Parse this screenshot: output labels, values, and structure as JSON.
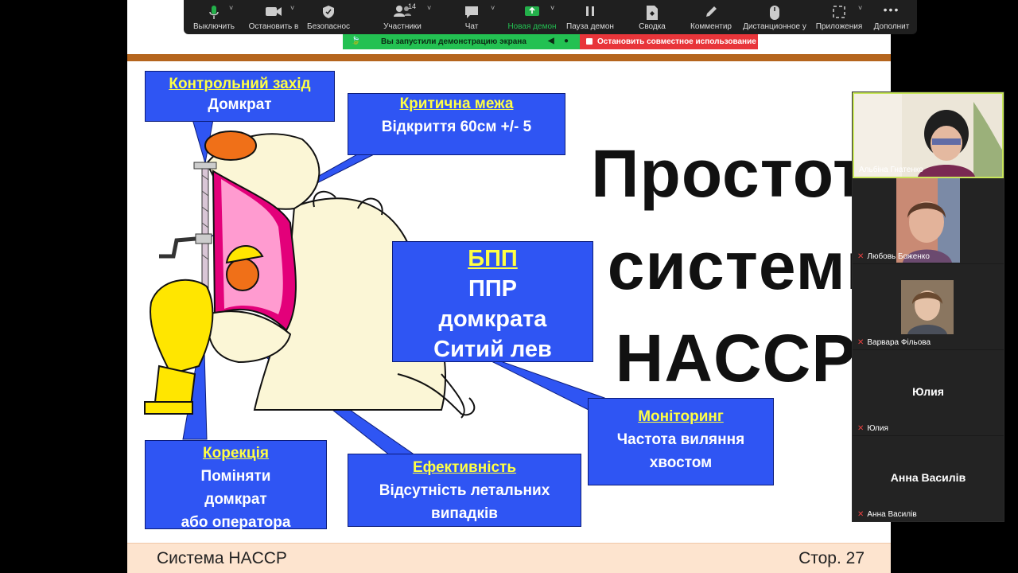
{
  "toolbar": {
    "items": [
      {
        "label": "Выключить"
      },
      {
        "label": "Остановить в"
      },
      {
        "label": "Безопаснос"
      },
      {
        "label": "Участники",
        "count": "14"
      },
      {
        "label": "Чат"
      },
      {
        "label": "Новая демон"
      },
      {
        "label": "Пауза демон"
      },
      {
        "label": "Сводка"
      },
      {
        "label": "Комментир"
      },
      {
        "label": "Дистанционное у"
      },
      {
        "label": "Приложения"
      },
      {
        "label": "Дополнит"
      }
    ]
  },
  "share_banner": {
    "status_text": "Вы запустили демонстрацию экрана",
    "stop_label": "Остановить совместное использование"
  },
  "slide": {
    "boxes": {
      "control": {
        "heading": "Контрольний захід",
        "text": "Домкрат"
      },
      "critical": {
        "heading": "Критична межа",
        "text": "Відкриття 60см +/- 5"
      },
      "bpp": {
        "heading": "БПП",
        "line1": "ППР",
        "line2": "домкрата",
        "line3": "Ситий лев"
      },
      "monitoring": {
        "heading": "Моніторинг",
        "text": "Частота виляння хвостом"
      },
      "correction": {
        "heading": "Корекція",
        "line1": "Поміняти",
        "line2": "домкрат",
        "line3": "або оператора"
      },
      "efficiency": {
        "heading": "Ефективність",
        "text": "Відсутність летальних випадків"
      }
    },
    "title_line1": "Простота",
    "title_line2": "системи",
    "title_line3": "HACCP!",
    "footer_left": "Система HACCP",
    "footer_right": "Стор. 27"
  },
  "participants": [
    {
      "name": "Альбіна Гнатенко",
      "video": true,
      "muted": false
    },
    {
      "name": "Любовь Боженко",
      "video": true,
      "muted": true
    },
    {
      "name": "Варвара Фільова",
      "video": true,
      "muted": true
    },
    {
      "name": "Юлия",
      "video": false,
      "muted": true,
      "display": "Юлия"
    },
    {
      "name": "Анна Василів",
      "video": false,
      "muted": true,
      "display": "Анна Василів"
    }
  ],
  "colors": {
    "box_blue": "#2f55f3",
    "box_heading": "#ffff44",
    "share_green": "#23c152",
    "stop_red": "#e8353a",
    "accent_green": "#23b04a",
    "slide_bar": "#b5651d"
  }
}
